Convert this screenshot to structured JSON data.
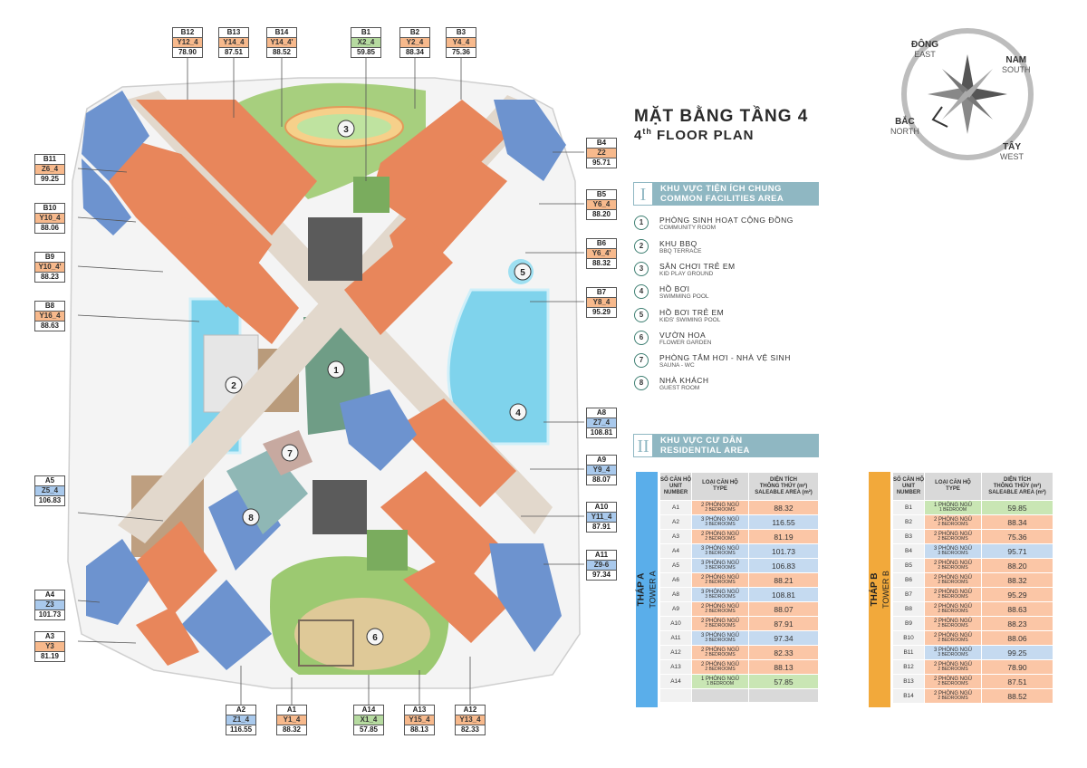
{
  "title": {
    "vi": "MẶT BẰNG TẦNG 4",
    "en_pre": "4",
    "en_sup": "th",
    "en_post": " FLOOR PLAN"
  },
  "compass": {
    "dong": "ĐÔNG",
    "east": "EAST",
    "nam": "NAM",
    "south": "SOUTH",
    "bac": "BẮC",
    "north": "NORTH",
    "tay": "TÂY",
    "west": "WEST"
  },
  "section1": {
    "num": "I",
    "vi": "KHU VỰC TIỆN ÍCH CHUNG",
    "en": "COMMON FACILITIES AREA"
  },
  "section2": {
    "num": "II",
    "vi": "KHU VỰC CƯ DÂN",
    "en": "RESIDENTIAL AREA"
  },
  "facilities": [
    {
      "num": "1",
      "vi": "PHÒNG SINH HOẠT CỘNG ĐỒNG",
      "en": "COMMUNITY ROOM"
    },
    {
      "num": "2",
      "vi": "KHU BBQ",
      "en": "BBQ TERRACE"
    },
    {
      "num": "3",
      "vi": "SÂN CHƠI TRẺ EM",
      "en": "KID PLAY GROUND"
    },
    {
      "num": "4",
      "vi": "HỒ BƠI",
      "en": "SWIMMING POOL"
    },
    {
      "num": "5",
      "vi": "HỒ BƠI TRẺ EM",
      "en": "KIDS' SWIMING POOL"
    },
    {
      "num": "6",
      "vi": "VƯỜN HOA",
      "en": "FLOWER GARDEN"
    },
    {
      "num": "7",
      "vi": "PHÒNG TẮM HƠI - NHÀ VỆ SINH",
      "en": "SAUNA - WC"
    },
    {
      "num": "8",
      "vi": "NHÀ KHÁCH",
      "en": "GUEST ROOM"
    }
  ],
  "table_headers": {
    "unit_vi": "SỐ CĂN HỘ",
    "unit_en1": "UNIT",
    "unit_en2": "NUMBER",
    "type_vi": "LOẠI CĂN HỘ",
    "type_en": "TYPE",
    "area_vi1": "DIỆN TÍCH",
    "area_vi2": "THÔNG THỦY (m²)",
    "area_en": "SALEABLE AREA (m²)"
  },
  "tower_a": {
    "vi": "THÁP A",
    "en": "TOWER A",
    "rows": [
      {
        "unit": "A1",
        "vi": "2 PHÒNG NGỦ",
        "en": "2 BEDROOMS",
        "area": "88.32",
        "color": "or"
      },
      {
        "unit": "A2",
        "vi": "3 PHÒNG NGỦ",
        "en": "3 BEDROOMS",
        "area": "116.55",
        "color": "bl"
      },
      {
        "unit": "A3",
        "vi": "2 PHÒNG NGỦ",
        "en": "2 BEDROOMS",
        "area": "81.19",
        "color": "or"
      },
      {
        "unit": "A4",
        "vi": "3 PHÒNG NGỦ",
        "en": "3 BEDROOMS",
        "area": "101.73",
        "color": "bl"
      },
      {
        "unit": "A5",
        "vi": "3 PHÒNG NGỦ",
        "en": "3 BEDROOMS",
        "area": "106.83",
        "color": "bl"
      },
      {
        "unit": "A6",
        "vi": "2 PHÒNG NGỦ",
        "en": "2 BEDROOMS",
        "area": "88.21",
        "color": "or"
      },
      {
        "unit": "A8",
        "vi": "3 PHÒNG NGỦ",
        "en": "3 BEDROOMS",
        "area": "108.81",
        "color": "bl"
      },
      {
        "unit": "A9",
        "vi": "2 PHÒNG NGỦ",
        "en": "2 BEDROOMS",
        "area": "88.07",
        "color": "or"
      },
      {
        "unit": "A10",
        "vi": "2 PHÒNG NGỦ",
        "en": "2 BEDROOMS",
        "area": "87.91",
        "color": "or"
      },
      {
        "unit": "A11",
        "vi": "3 PHÒNG NGỦ",
        "en": "3 BEDROOMS",
        "area": "97.34",
        "color": "bl"
      },
      {
        "unit": "A12",
        "vi": "2 PHÒNG NGỦ",
        "en": "2 BEDROOMS",
        "area": "82.33",
        "color": "or"
      },
      {
        "unit": "A13",
        "vi": "2 PHÒNG NGỦ",
        "en": "2 BEDROOMS",
        "area": "88.13",
        "color": "or"
      },
      {
        "unit": "A14",
        "vi": "1 PHÒNG NGỦ",
        "en": "1 BEDROOM",
        "area": "57.85",
        "color": "gr"
      }
    ]
  },
  "tower_b": {
    "vi": "THÁP B",
    "en": "TOWER B",
    "rows": [
      {
        "unit": "B1",
        "vi": "1 PHÒNG NGỦ",
        "en": "1 BEDROOM",
        "area": "59.85",
        "color": "gr"
      },
      {
        "unit": "B2",
        "vi": "2 PHÒNG NGỦ",
        "en": "2 BEDROOMS",
        "area": "88.34",
        "color": "or"
      },
      {
        "unit": "B3",
        "vi": "2 PHÒNG NGỦ",
        "en": "2 BEDROOMS",
        "area": "75.36",
        "color": "or"
      },
      {
        "unit": "B4",
        "vi": "3 PHÒNG NGỦ",
        "en": "3 BEDROOMS",
        "area": "95.71",
        "color": "bl"
      },
      {
        "unit": "B5",
        "vi": "2 PHÒNG NGỦ",
        "en": "2 BEDROOMS",
        "area": "88.20",
        "color": "or"
      },
      {
        "unit": "B6",
        "vi": "2 PHÒNG NGỦ",
        "en": "2 BEDROOMS",
        "area": "88.32",
        "color": "or"
      },
      {
        "unit": "B7",
        "vi": "2 PHÒNG NGỦ",
        "en": "2 BEDROOMS",
        "area": "95.29",
        "color": "or"
      },
      {
        "unit": "B8",
        "vi": "2 PHÒNG NGỦ",
        "en": "2 BEDROOMS",
        "area": "88.63",
        "color": "or"
      },
      {
        "unit": "B9",
        "vi": "2 PHÒNG NGỦ",
        "en": "2 BEDROOMS",
        "area": "88.23",
        "color": "or"
      },
      {
        "unit": "B10",
        "vi": "2 PHÒNG NGỦ",
        "en": "2 BEDROOMS",
        "area": "88.06",
        "color": "or"
      },
      {
        "unit": "B11",
        "vi": "3 PHÒNG NGỦ",
        "en": "3 BEDROOMS",
        "area": "99.25",
        "color": "bl"
      },
      {
        "unit": "B12",
        "vi": "2 PHÒNG NGỦ",
        "en": "2 BEDROOMS",
        "area": "78.90",
        "color": "or"
      },
      {
        "unit": "B13",
        "vi": "2 PHÒNG NGỦ",
        "en": "2 BEDROOMS",
        "area": "87.51",
        "color": "or"
      },
      {
        "unit": "B14",
        "vi": "2 PHÒNG NGỦ",
        "en": "2 BEDROOMS",
        "area": "88.52",
        "color": "or"
      }
    ]
  },
  "unit_labels": {
    "b12": {
      "name": "B12",
      "type": "Y12_4",
      "area": "78.90",
      "color": "or"
    },
    "b13": {
      "name": "B13",
      "type": "Y14_4",
      "area": "87.51",
      "color": "or"
    },
    "b14": {
      "name": "B14",
      "type": "Y14_4'",
      "area": "88.52",
      "color": "or"
    },
    "b1": {
      "name": "B1",
      "type": "X2_4",
      "area": "59.85",
      "color": "gr"
    },
    "b2": {
      "name": "B2",
      "type": "Y2_4",
      "area": "88.34",
      "color": "or"
    },
    "b3": {
      "name": "B3",
      "type": "Y4_4",
      "area": "75.36",
      "color": "or"
    },
    "b11": {
      "name": "B11",
      "type": "Z6_4",
      "area": "99.25",
      "color": "bl"
    },
    "b10": {
      "name": "B10",
      "type": "Y10_4",
      "area": "88.06",
      "color": "or"
    },
    "b9": {
      "name": "B9",
      "type": "Y10_4'",
      "area": "88.23",
      "color": "or"
    },
    "b8": {
      "name": "B8",
      "type": "Y16_4",
      "area": "88.63",
      "color": "or"
    },
    "b4": {
      "name": "B4",
      "type": "Z2",
      "area": "95.71",
      "color": "bl"
    },
    "b5": {
      "name": "B5",
      "type": "Y6_4",
      "area": "88.20",
      "color": "or"
    },
    "b6": {
      "name": "B6",
      "type": "Y6_4'",
      "area": "88.32",
      "color": "or"
    },
    "b7": {
      "name": "B7",
      "type": "Y8_4",
      "area": "95.29",
      "color": "or"
    },
    "a8": {
      "name": "A8",
      "type": "Z7_4",
      "area": "108.81",
      "color": "bl"
    },
    "a9": {
      "name": "A9",
      "type": "Y9_4",
      "area": "88.07",
      "color": "or"
    },
    "a10": {
      "name": "A10",
      "type": "Y11_4",
      "area": "87.91",
      "color": "or"
    },
    "a11": {
      "name": "A11",
      "type": "Z9-6",
      "area": "97.34",
      "color": "bl"
    },
    "a5": {
      "name": "A5",
      "type": "Z5_4",
      "area": "106.83",
      "color": "bl"
    },
    "a4": {
      "name": "A4",
      "type": "Z3",
      "area": "101.73",
      "color": "bl"
    },
    "a3": {
      "name": "A3",
      "type": "Y3",
      "area": "81.19",
      "color": "or"
    },
    "a2": {
      "name": "A2",
      "type": "Z1_4",
      "area": "116.55",
      "color": "bl"
    },
    "a1": {
      "name": "A1",
      "type": "Y1_4",
      "area": "88.32",
      "color": "or"
    },
    "a14": {
      "name": "A14",
      "type": "X1_4",
      "area": "57.85",
      "color": "gr"
    },
    "a13": {
      "name": "A13",
      "type": "Y15_4",
      "area": "88.13",
      "color": "or"
    },
    "a12": {
      "name": "A12",
      "type": "Y13_4",
      "area": "82.33",
      "color": "or"
    }
  },
  "plan_markers": [
    "1",
    "2",
    "3",
    "4",
    "5",
    "6",
    "7",
    "8"
  ],
  "colors": {
    "two_bed": "#e8865b",
    "three_bed": "#6d93cf",
    "one_bed": "#7aac5e",
    "water": "#7fd3ec",
    "garden": "#8fbf64",
    "section": "#8fb7c2",
    "tower_a": "#5aaeea",
    "tower_b": "#f2a93b"
  }
}
